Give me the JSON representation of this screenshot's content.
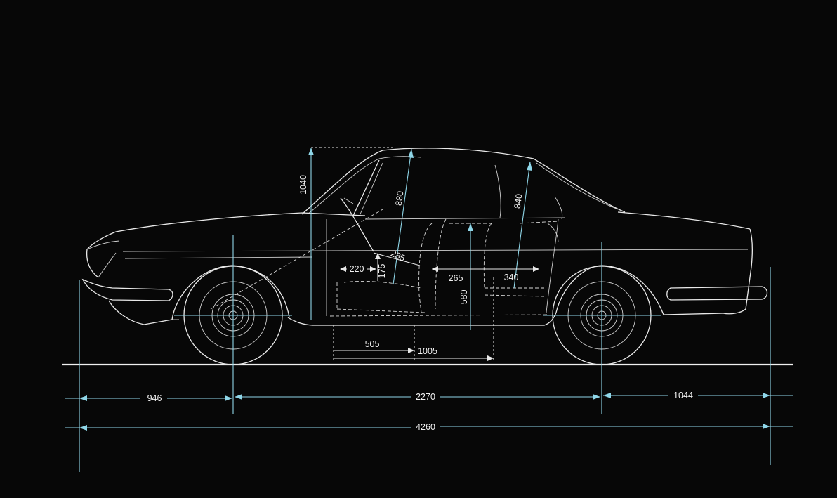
{
  "dimensions": {
    "front_overhang": "946",
    "wheelbase": "2270",
    "rear_overhang": "1044",
    "overall_length": "4260",
    "overall_height": "1040",
    "front_headroom": "880",
    "rear_headroom": "840",
    "seat_height": "580",
    "pedal_offset": "220",
    "pedal_height": "175",
    "steering_to_seat": "285",
    "front_seat_depth": "265",
    "rear_seat_depth": "340",
    "door_opening_front": "505",
    "door_opening_total": "1005"
  },
  "colors": {
    "background": "#070707",
    "linework": "#e9e9e9",
    "dimension_lines": "#8fd6e8"
  }
}
